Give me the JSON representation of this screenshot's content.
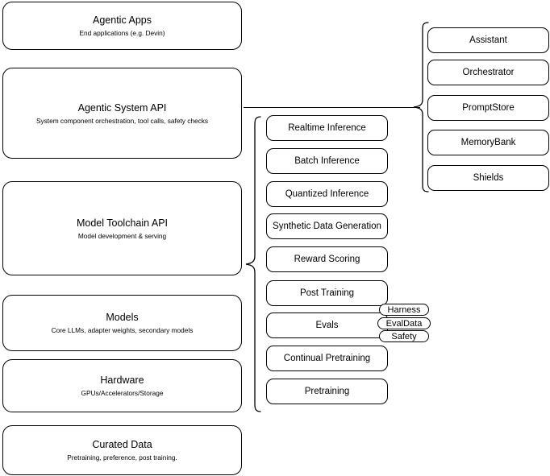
{
  "diagram": {
    "title": "AI stack layered architecture diagram",
    "stroke_color": "#000000",
    "background_color": "#ffffff"
  },
  "layers": [
    {
      "id": "agentic-apps",
      "title": "Agentic Apps",
      "subtitle": "End applications (e.g. Devin)"
    },
    {
      "id": "agentic-system-api",
      "title": "Agentic System API",
      "subtitle": "System component orchestration, tool calls, safety checks"
    },
    {
      "id": "model-toolchain-api",
      "title": "Model Toolchain API",
      "subtitle": "Model development & serving"
    },
    {
      "id": "models",
      "title": "Models",
      "subtitle": "Core LLMs, adapter weights, secondary models"
    },
    {
      "id": "hardware",
      "title": "Hardware",
      "subtitle": "GPUs/Accelerators/Storage"
    },
    {
      "id": "curated-data",
      "title": "Curated Data",
      "subtitle": "Pretraining, preference, post training."
    }
  ],
  "toolchain_components": [
    {
      "id": "realtime-inference",
      "label": "Realtime Inference"
    },
    {
      "id": "batch-inference",
      "label": "Batch Inference"
    },
    {
      "id": "quantized-inference",
      "label": "Quantized Inference"
    },
    {
      "id": "synthetic-data-generation",
      "label": "Synthetic Data Generation"
    },
    {
      "id": "reward-scoring",
      "label": "Reward Scoring"
    },
    {
      "id": "post-training",
      "label": "Post Training"
    },
    {
      "id": "evals",
      "label": "Evals"
    },
    {
      "id": "continual-pretraining",
      "label": "Continual Pretraining"
    },
    {
      "id": "pretraining",
      "label": "Pretraining"
    }
  ],
  "evals_tags": [
    {
      "id": "harness",
      "label": "Harness"
    },
    {
      "id": "evaldata",
      "label": "EvalData"
    },
    {
      "id": "safety",
      "label": "Safety"
    }
  ],
  "system_components": [
    {
      "id": "assistant",
      "label": "Assistant"
    },
    {
      "id": "orchestrator",
      "label": "Orchestrator"
    },
    {
      "id": "promptstore",
      "label": "PromptStore"
    },
    {
      "id": "memorybank",
      "label": "MemoryBank"
    },
    {
      "id": "shields",
      "label": "Shields"
    }
  ]
}
